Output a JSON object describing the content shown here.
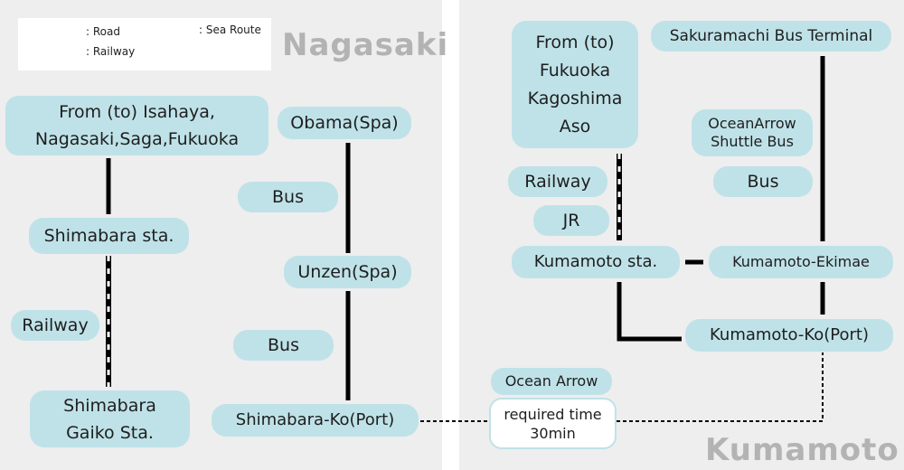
{
  "legend": {
    "road": ": Road",
    "railway": ": Railway",
    "sea_route": ": Sea Route"
  },
  "regions": {
    "left": "Nagasaki",
    "right": "Kumamoto"
  },
  "nodes": {
    "isahaya": "From (to) Isahaya,\nNagasaki,Saga,Fukuoka",
    "shimabara_sta": "Shimabara sta.",
    "railway_left": "Railway",
    "shimabara_gaiko": "Shimabara\nGaiko Sta.",
    "obama": "Obama(Spa)",
    "bus_1": "Bus",
    "unzen": "Unzen(Spa)",
    "bus_2": "Bus",
    "shimabara_ko": "Shimabara-Ko(Port)",
    "ocean_arrow": "Ocean Arrow",
    "required_time": "required time\n30min",
    "fukuoka": "From (to)\nFukuoka\nKagoshima\nAso",
    "railway_right": "Railway",
    "jr": "JR",
    "kumamoto_sta": "Kumamoto sta.",
    "sakuramachi": "Sakuramachi Bus Terminal",
    "shuttle_bus": "OceanArrow\nShuttle Bus",
    "bus_3": "Bus",
    "ekimae": "Kumamoto-Ekimae",
    "kumamoto_ko": "Kumamoto-Ko(Port)"
  },
  "colors": {
    "node_fill": "#bfe2e8",
    "background": "#eeeeee",
    "line": "#000000",
    "region_label": "#b3b3b3"
  }
}
